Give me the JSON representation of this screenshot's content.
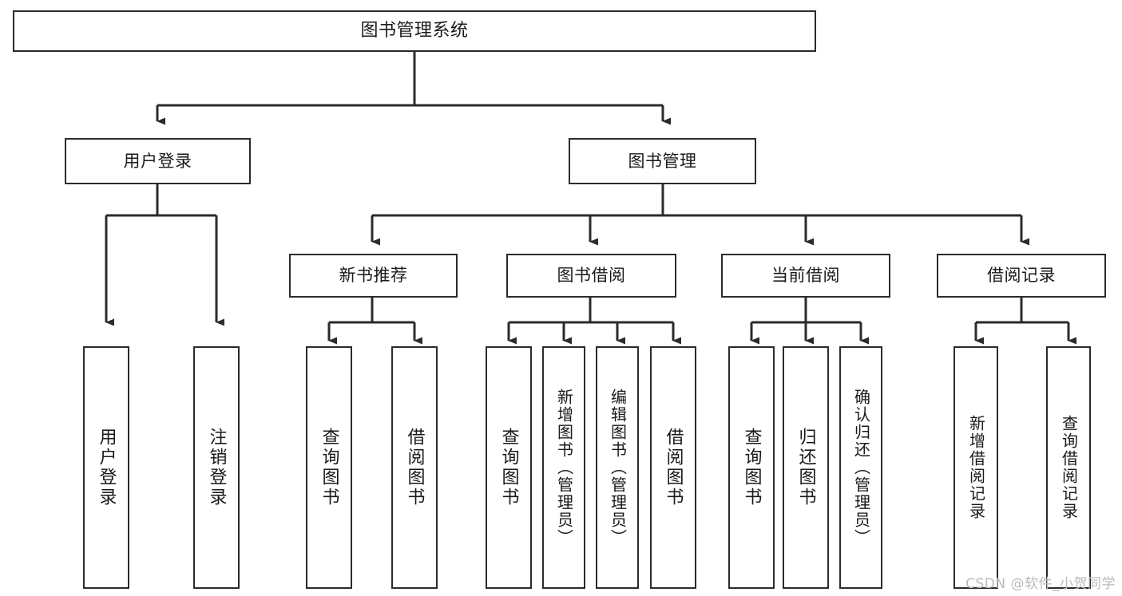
{
  "diagram": {
    "title": "图书管理系统",
    "type": "tree",
    "watermark": "CSDN @软件_小贺同学",
    "colors": {
      "stroke": "#2b2b2b",
      "fill": "#ffffff",
      "text": "#1a1a1a",
      "watermark": "#b9b9b9",
      "background": "#ffffff"
    },
    "levels": {
      "root": "图书管理系统",
      "level2": [
        "用户登录",
        "图书管理"
      ],
      "level3": [
        "新书推荐",
        "图书借阅",
        "当前借阅",
        "借阅记录"
      ]
    }
  },
  "nodes": {
    "root": {
      "label": "图书管理系统"
    },
    "user_login": {
      "label": "用户登录"
    },
    "book_manage": {
      "label": "图书管理"
    },
    "new_book_rec": {
      "label": "新书推荐"
    },
    "book_borrow": {
      "label": "图书借阅"
    },
    "current_borrow": {
      "label": "当前借阅"
    },
    "borrow_record": {
      "label": "借阅记录"
    },
    "leaf_user_login": {
      "label": "用户登录"
    },
    "leaf_logout": {
      "label": "注销登录"
    },
    "leaf_query_book_1": {
      "label": "查询图书"
    },
    "leaf_borrow_book_1": {
      "label": "借阅图书"
    },
    "leaf_query_book_2": {
      "label": "查询图书"
    },
    "leaf_add_book": {
      "label": "新增图书（管理员）"
    },
    "leaf_edit_book": {
      "label": "编辑图书（管理员）"
    },
    "leaf_borrow_book_2": {
      "label": "借阅图书"
    },
    "leaf_query_book_3": {
      "label": "查询图书"
    },
    "leaf_return_book": {
      "label": "归还图书"
    },
    "leaf_confirm_return": {
      "label": "确认归还（管理员）"
    },
    "leaf_add_record": {
      "label": "新增借阅记录"
    },
    "leaf_query_record": {
      "label": "查询借阅记录"
    }
  },
  "tree": [
    {
      "key": "root",
      "label": "图书管理系统",
      "children": [
        {
          "key": "user_login",
          "label": "用户登录",
          "children": [
            {
              "key": "leaf_user_login",
              "label": "用户登录"
            },
            {
              "key": "leaf_logout",
              "label": "注销登录"
            }
          ]
        },
        {
          "key": "book_manage",
          "label": "图书管理",
          "children": [
            {
              "key": "new_book_rec",
              "label": "新书推荐",
              "children": [
                {
                  "key": "leaf_query_book_1",
                  "label": "查询图书"
                },
                {
                  "key": "leaf_borrow_book_1",
                  "label": "借阅图书"
                }
              ]
            },
            {
              "key": "book_borrow",
              "label": "图书借阅",
              "children": [
                {
                  "key": "leaf_query_book_2",
                  "label": "查询图书"
                },
                {
                  "key": "leaf_add_book",
                  "label": "新增图书（管理员）"
                },
                {
                  "key": "leaf_edit_book",
                  "label": "编辑图书（管理员）"
                },
                {
                  "key": "leaf_borrow_book_2",
                  "label": "借阅图书"
                }
              ]
            },
            {
              "key": "current_borrow",
              "label": "当前借阅",
              "children": [
                {
                  "key": "leaf_query_book_3",
                  "label": "查询图书"
                },
                {
                  "key": "leaf_return_book",
                  "label": "归还图书"
                },
                {
                  "key": "leaf_confirm_return",
                  "label": "确认归还（管理员）"
                }
              ]
            },
            {
              "key": "borrow_record",
              "label": "借阅记录",
              "children": [
                {
                  "key": "leaf_add_record",
                  "label": "新增借阅记录"
                },
                {
                  "key": "leaf_query_record",
                  "label": "查询借阅记录"
                }
              ]
            }
          ]
        }
      ]
    }
  ]
}
